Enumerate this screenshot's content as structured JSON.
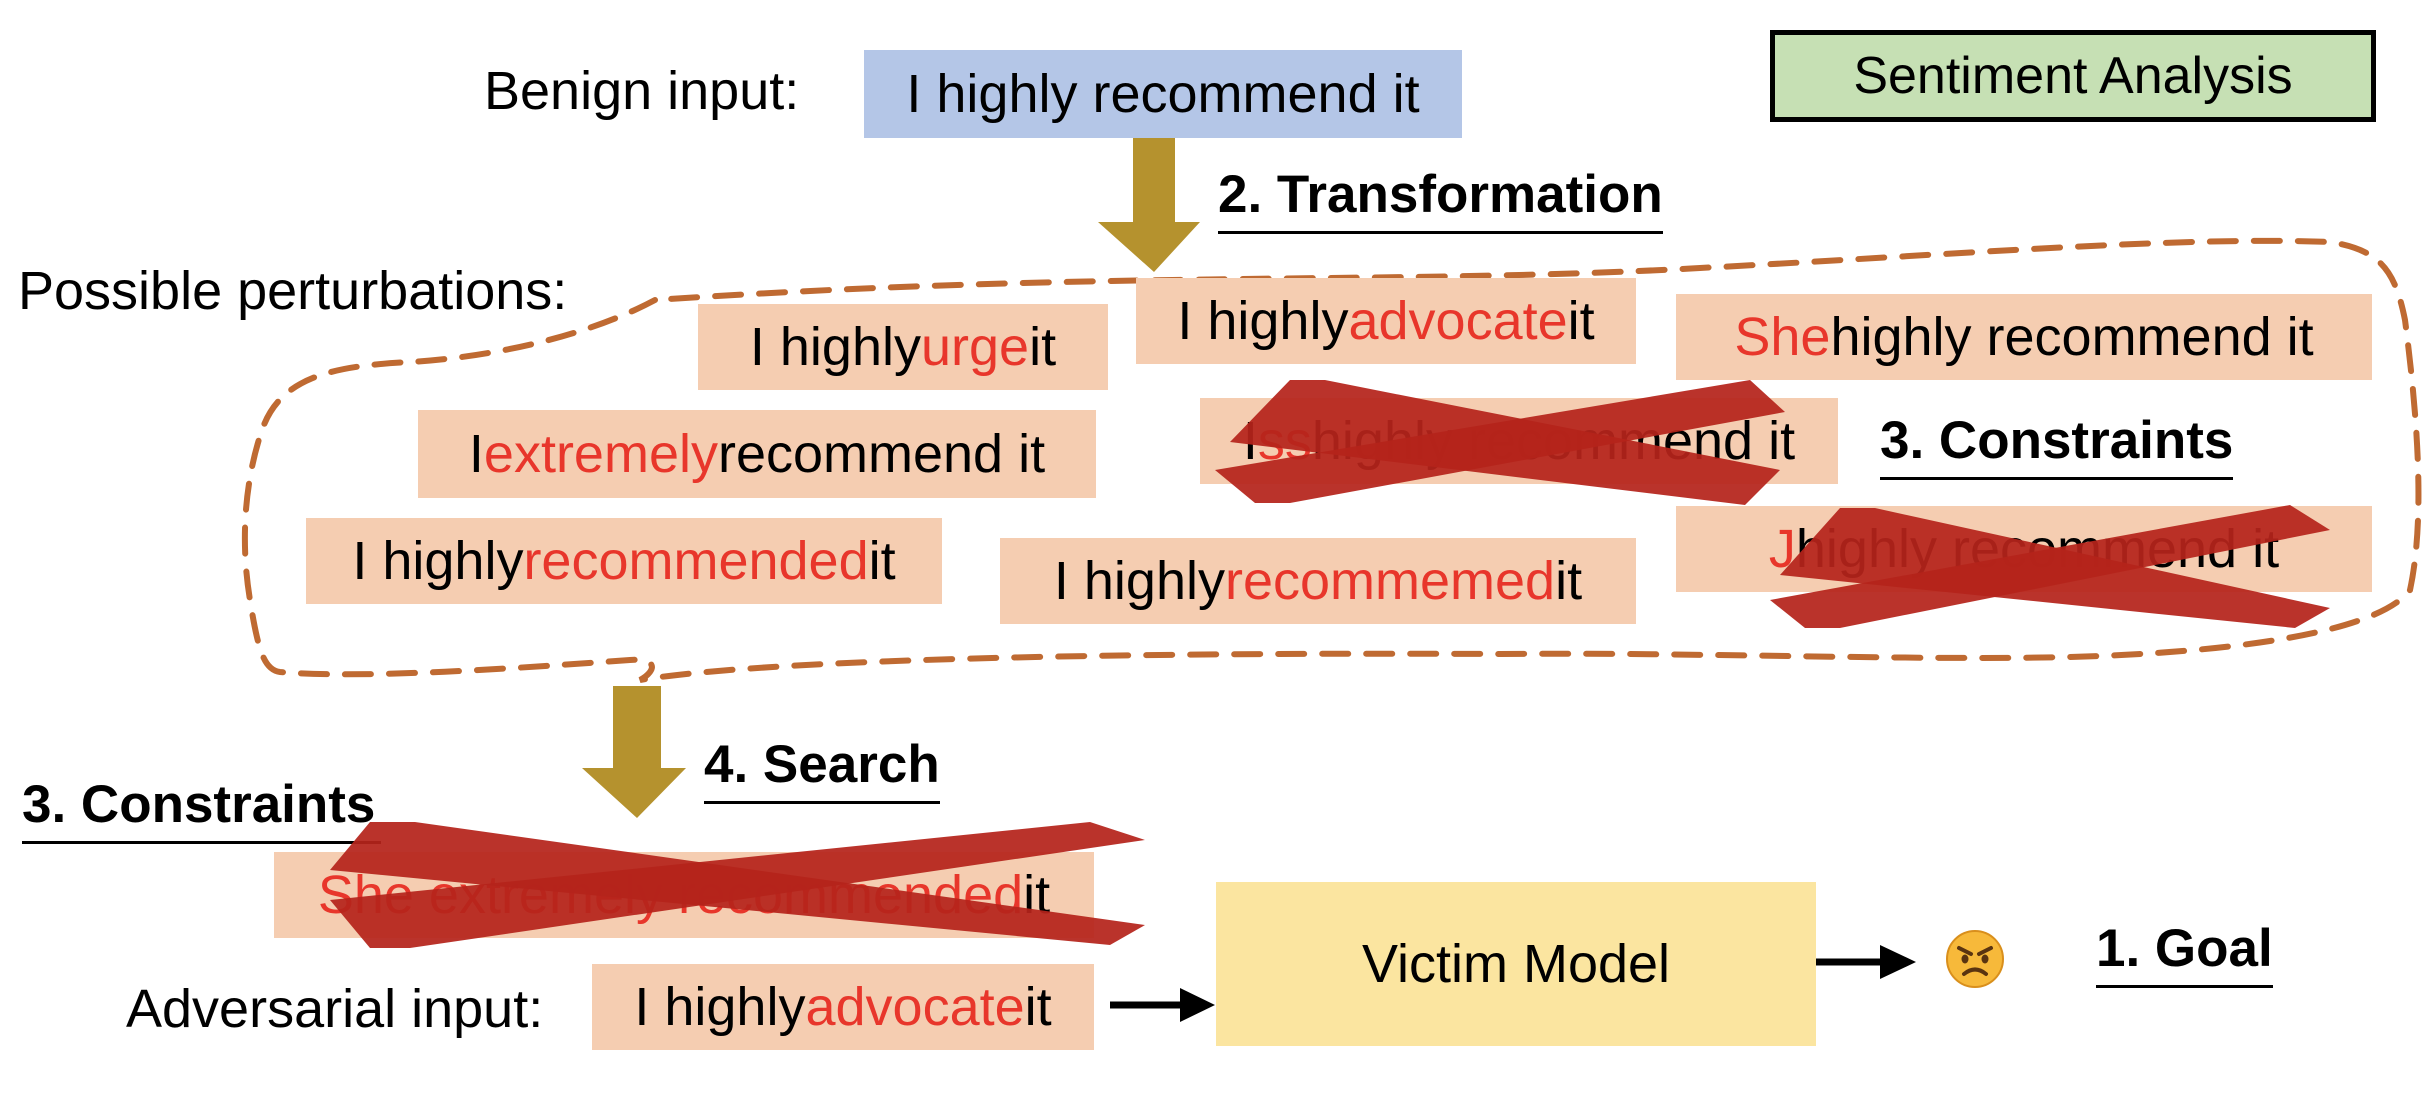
{
  "labels": {
    "benign_input": "Benign input:",
    "possible_perturbations": "Possible perturbations:",
    "adversarial_input": "Adversarial input:"
  },
  "headers": {
    "transformation": "2. Transformation",
    "constraints_right": "3. Constraints",
    "search": "4. Search",
    "constraints_left": "3. Constraints",
    "goal": "1. Goal"
  },
  "boxes": {
    "benign": "I highly recommend it",
    "sentiment_analysis": "Sentiment Analysis",
    "victim_model": "Victim Model"
  },
  "perturbations": {
    "p1": {
      "a": "I highly ",
      "b": "urge",
      "c": " it"
    },
    "p2": {
      "a": "I highly ",
      "b": "advocate",
      "c": " it"
    },
    "p3": {
      "a": "She",
      "b": " highly recommend it"
    },
    "p4": {
      "a": "I ",
      "b": "extremely",
      "c": " recommend it"
    },
    "p5": {
      "a": "I ",
      "b": "ss",
      "c": " highly recommend it"
    },
    "p6": {
      "a": "I highly ",
      "b": "recommended",
      "c": " it"
    },
    "p7": {
      "a": "I highly ",
      "b": "recommemed",
      "c": " it"
    },
    "p8": {
      "a": "J",
      "b": " highly recommend it"
    },
    "p9": {
      "a": "She extremely recommended",
      "b": " it"
    }
  },
  "adversarial": {
    "a": "I highly ",
    "b": "advocate",
    "c": " it"
  },
  "colors": {
    "perturbation_bg": "#f5cdb1",
    "changed_word": "#e8362b",
    "benign_bg": "#b4c6e7",
    "sentiment_bg": "#c6e0b4",
    "victim_bg": "#fbe5a0",
    "arrow_gold": "#b5922e",
    "dashed_outline": "#bf6a32",
    "cross_red": "#b5231b"
  },
  "icons": {
    "goal_emoji": "angry-face-icon"
  }
}
